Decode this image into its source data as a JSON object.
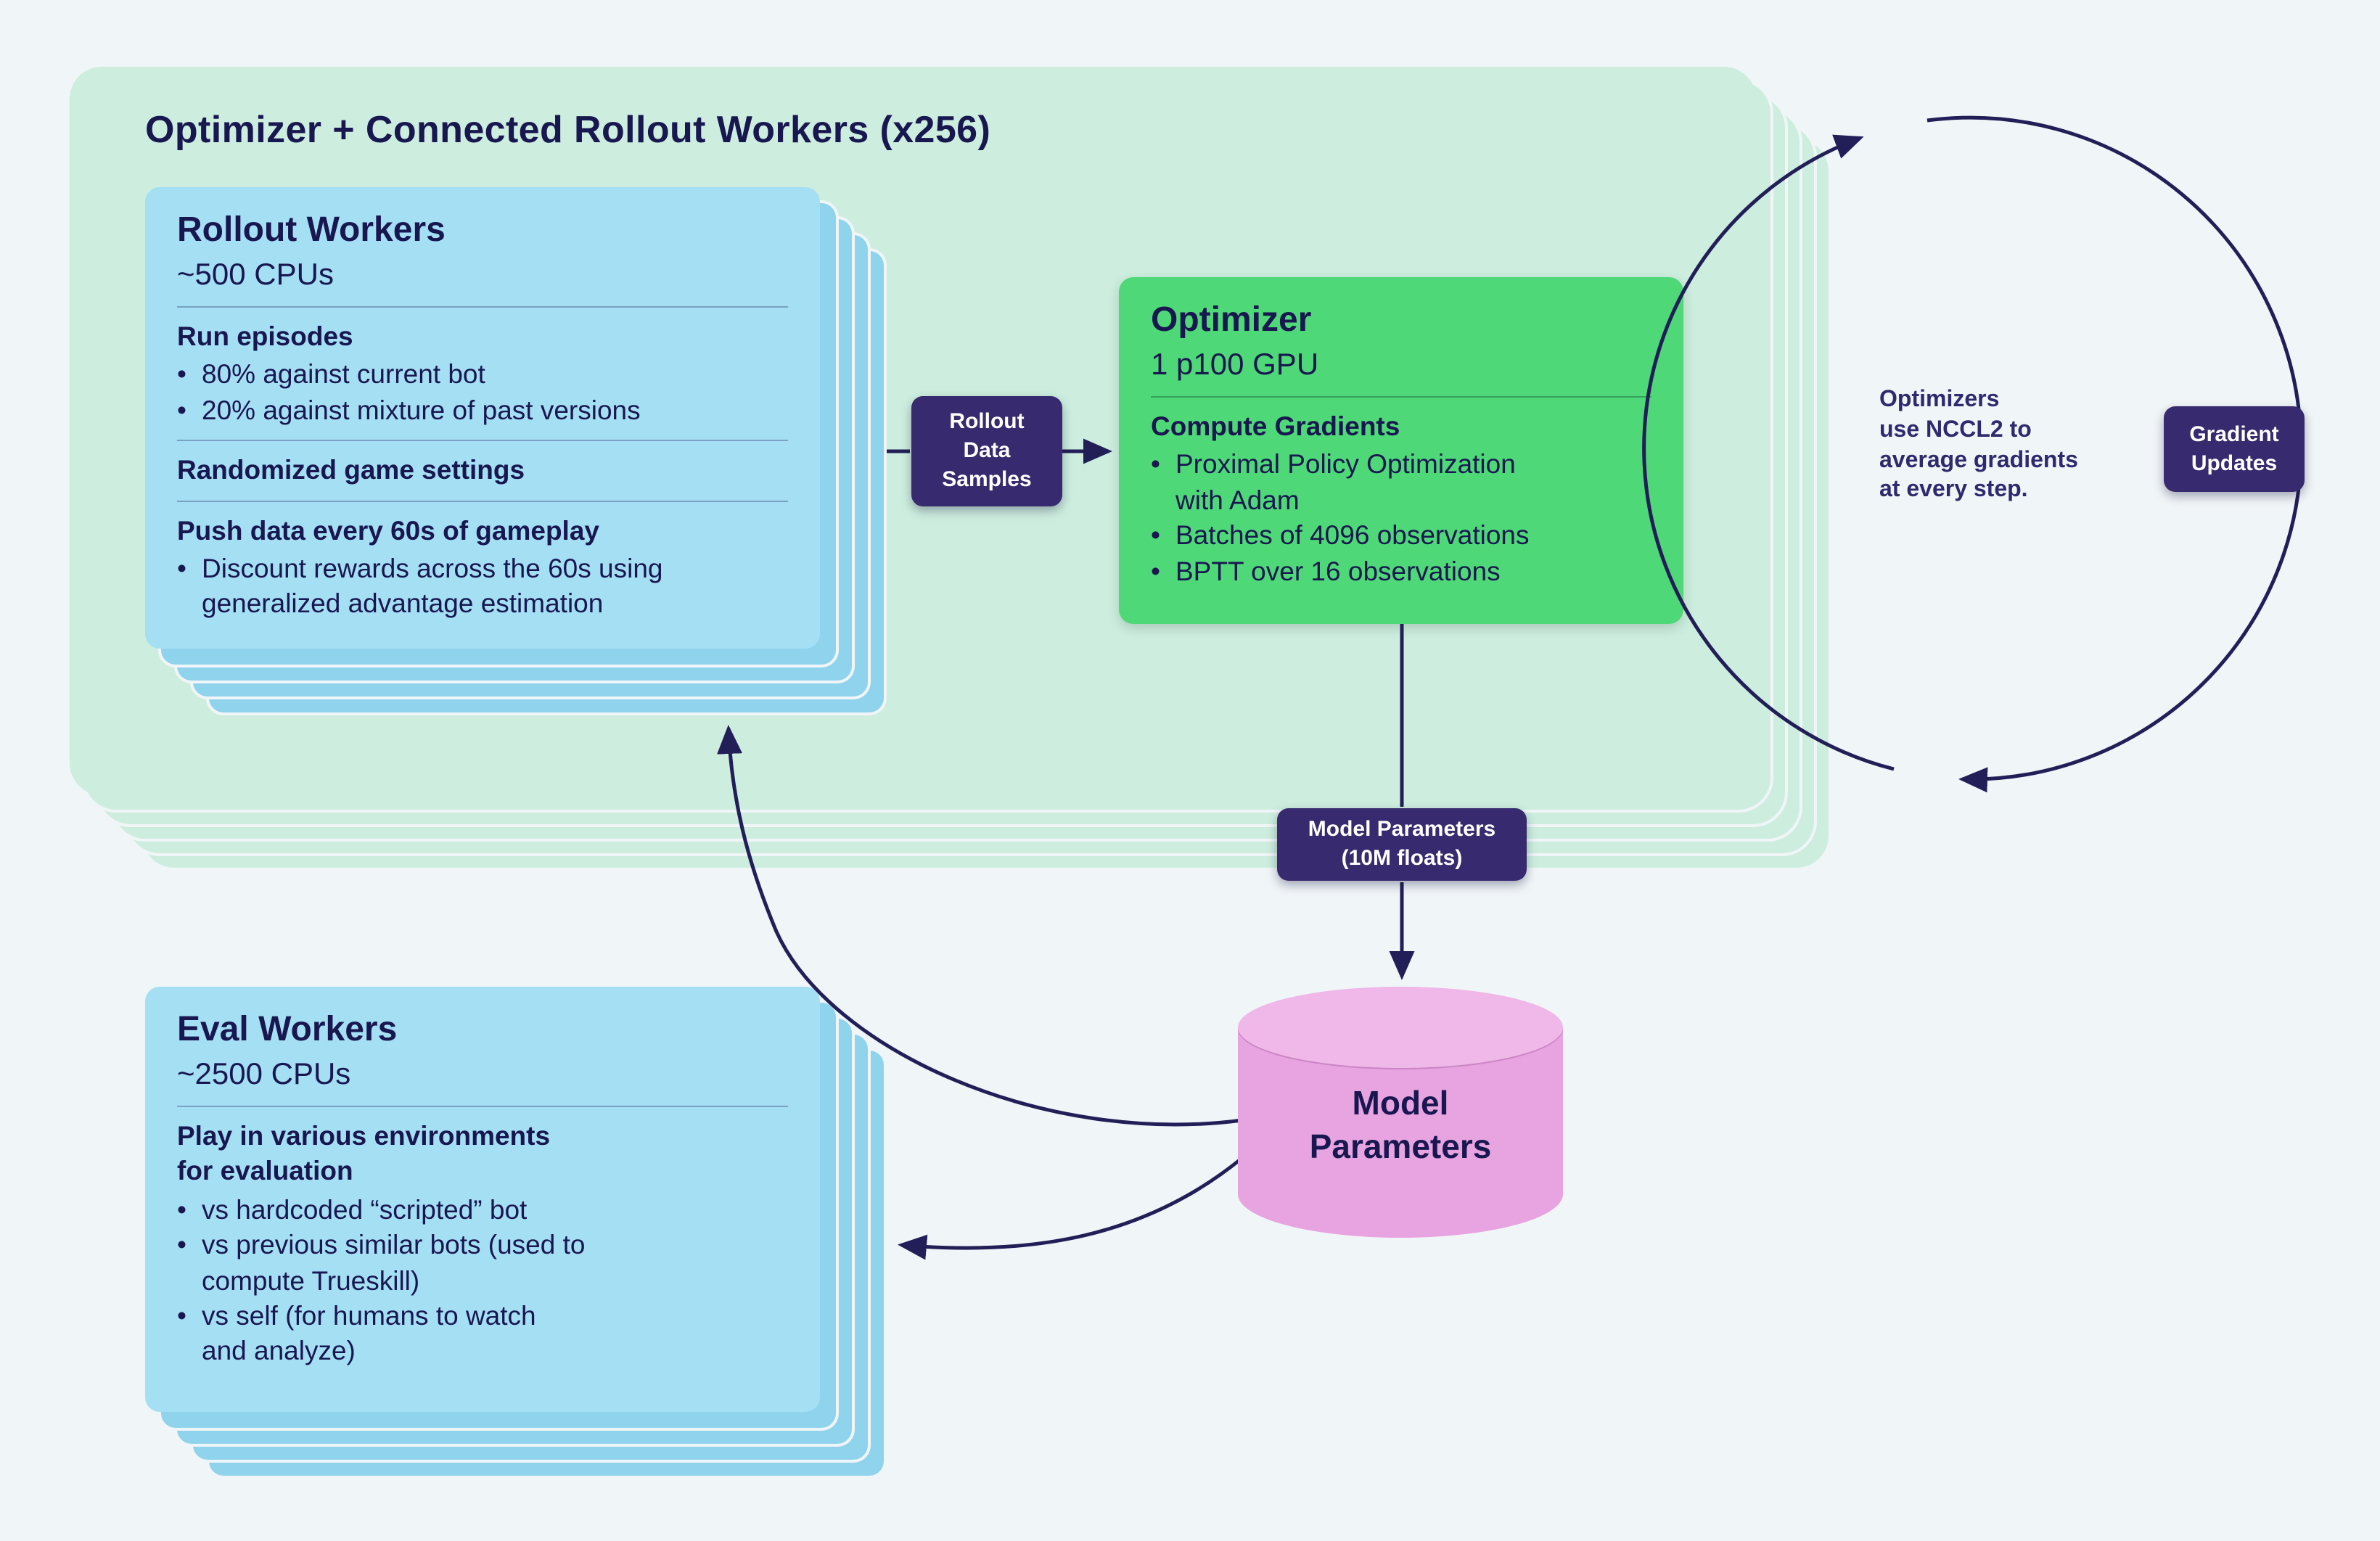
{
  "colors": {
    "background": "#f0f5f7",
    "mint": "#cdeede",
    "light_blue": "#a5dff4",
    "stack_blue": "#8fd3ec",
    "green": "#4fd878",
    "purple_badge": "#372a6e",
    "pink": "#e7a4e1",
    "navy_text": "#191750",
    "arrow": "#221e57"
  },
  "container": {
    "title": "Optimizer + Connected Rollout Workers (x256)"
  },
  "rollout": {
    "title": "Rollout Workers",
    "subtitle": "~500 CPUs",
    "sections": [
      {
        "header": "Run episodes",
        "bullets": [
          "80% against current bot",
          "20% against mixture of past versions"
        ]
      },
      {
        "header": "Randomized game settings",
        "bullets": []
      },
      {
        "header": "Push data every 60s of gameplay",
        "bullets": [
          "Discount rewards across the 60s using\ngeneralized advantage estimation"
        ]
      }
    ]
  },
  "optimizer": {
    "title": "Optimizer",
    "subtitle": "1 p100 GPU",
    "header": "Compute Gradients",
    "bullets": [
      "Proximal Policy Optimization\nwith Adam",
      "Batches of 4096 observations",
      "BPTT over 16 observations"
    ]
  },
  "badges": {
    "rollout_data": "Rollout\nData\nSamples",
    "model_parameters": "Model Parameters\n(10M floats)",
    "gradient_updates": "Gradient\nUpdates"
  },
  "nccl_note": "Optimizers\nuse NCCL2 to\naverage gradients\nat every step.",
  "cylinder": {
    "label": "Model\nParameters"
  },
  "eval": {
    "title": "Eval Workers",
    "subtitle": "~2500 CPUs",
    "header": "Play in various environments\nfor evaluation",
    "bullets": [
      "vs hardcoded “scripted” bot",
      "vs previous similar bots (used to\ncompute Trueskill)",
      "vs self (for humans to watch\nand analyze)"
    ]
  }
}
